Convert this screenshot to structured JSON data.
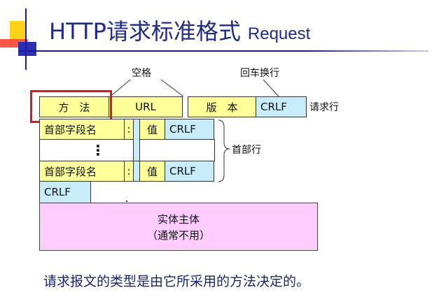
{
  "title": {
    "main": "HTTP请求标准格式",
    "sub": "Request"
  },
  "labels": {
    "space": "空格",
    "crlf_label": "回车换行",
    "request_line": "请求行",
    "header_lines": "首部行"
  },
  "request_line": {
    "method": "方　法",
    "url": "URL",
    "version": "版　本",
    "crlf": "CRLF"
  },
  "header_rows": [
    {
      "field": "首部字段名",
      "colon": ":",
      "value": "值",
      "crlf": "CRLF"
    },
    {
      "field": "首部字段名",
      "colon": ":",
      "value": "值",
      "crlf": "CRLF"
    }
  ],
  "ellipsis": "⋮",
  "blank_crlf": "CRLF",
  "body": {
    "title": "实体主体",
    "note": "（通常不用）"
  },
  "caption": "请求报文的类型是由它所采用的方法决定的。",
  "colors": {
    "title": "#1f2a8c",
    "yellow": "#ffff99",
    "blue": "#c9ecfb",
    "pink": "#ffccff",
    "highlight": "#e3141b"
  }
}
